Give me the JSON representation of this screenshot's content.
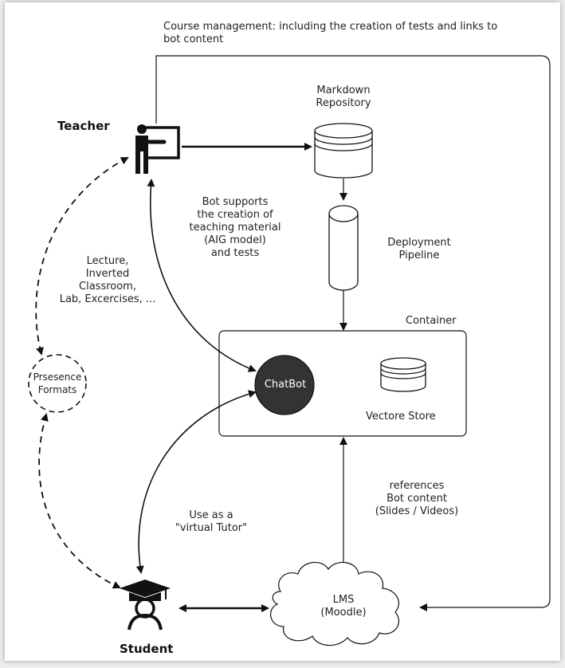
{
  "title": "Course management: including the creation of tests and links to\nbot content",
  "actors": {
    "teacher": "Teacher",
    "student": "Student"
  },
  "nodes": {
    "markdown_repository": "Markdown\nRepository",
    "deployment_pipeline": "Deployment\nPipeline",
    "container": "Container",
    "chatbot": "ChatBot",
    "vector_store": "Vectore Store",
    "presence_formats": "Prsesence\nFormats",
    "lms": "LMS\n(Moodle)"
  },
  "edge_labels": {
    "bot_supports": "Bot supports\nthe creation of\nteaching material\n(AIG model)\nand tests",
    "lecture_formats": "Lecture,\nInverted\nClassroom,\nLab, Excercises, ...",
    "virtual_tutor": "Use as a\n\"virtual Tutor\"",
    "references": "references\nBot content\n(Slides / Videos)"
  },
  "colors": {
    "stroke": "#111111",
    "chatbot_fill": "#333333",
    "chatbot_text": "#ffffff"
  }
}
